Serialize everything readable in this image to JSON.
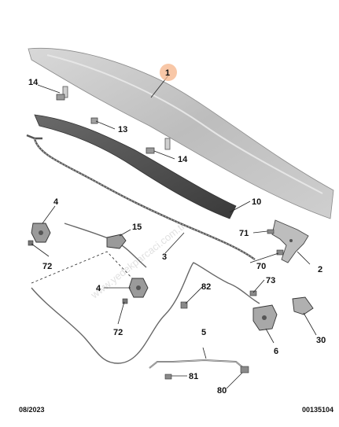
{
  "diagram": {
    "labels": {
      "p1": "1",
      "p14a": "14",
      "p13": "13",
      "p14b": "14",
      "p10": "10",
      "p4a": "4",
      "p15": "15",
      "p71": "71",
      "p72a": "72",
      "p3": "3",
      "p70": "70",
      "p2": "2",
      "p4b": "4",
      "p82": "82",
      "p73": "73",
      "p72b": "72",
      "p6": "6",
      "p30": "30",
      "p5": "5",
      "p81": "81",
      "p80": "80"
    },
    "watermark": "www.yedekparcaci.com.tr"
  },
  "footer": {
    "date": "08/2023",
    "ref": "00135104"
  },
  "colors": {
    "highlight": "#f6b48a",
    "line": "#333333"
  }
}
